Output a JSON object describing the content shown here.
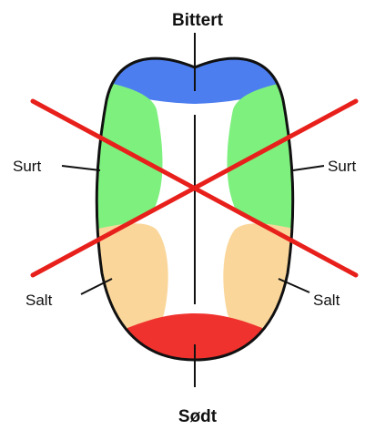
{
  "labels": {
    "top": "Bittert",
    "left_upper": "Surt",
    "right_upper": "Surt",
    "left_lower": "Salt",
    "right_lower": "Salt",
    "bottom": "Sødt"
  },
  "colors": {
    "bitter": "#4c7ef0",
    "sour": "#7ef07e",
    "salt": "#fad69a",
    "sweet": "#f0322e",
    "cross": "#e8201c",
    "outline": "#111111"
  }
}
